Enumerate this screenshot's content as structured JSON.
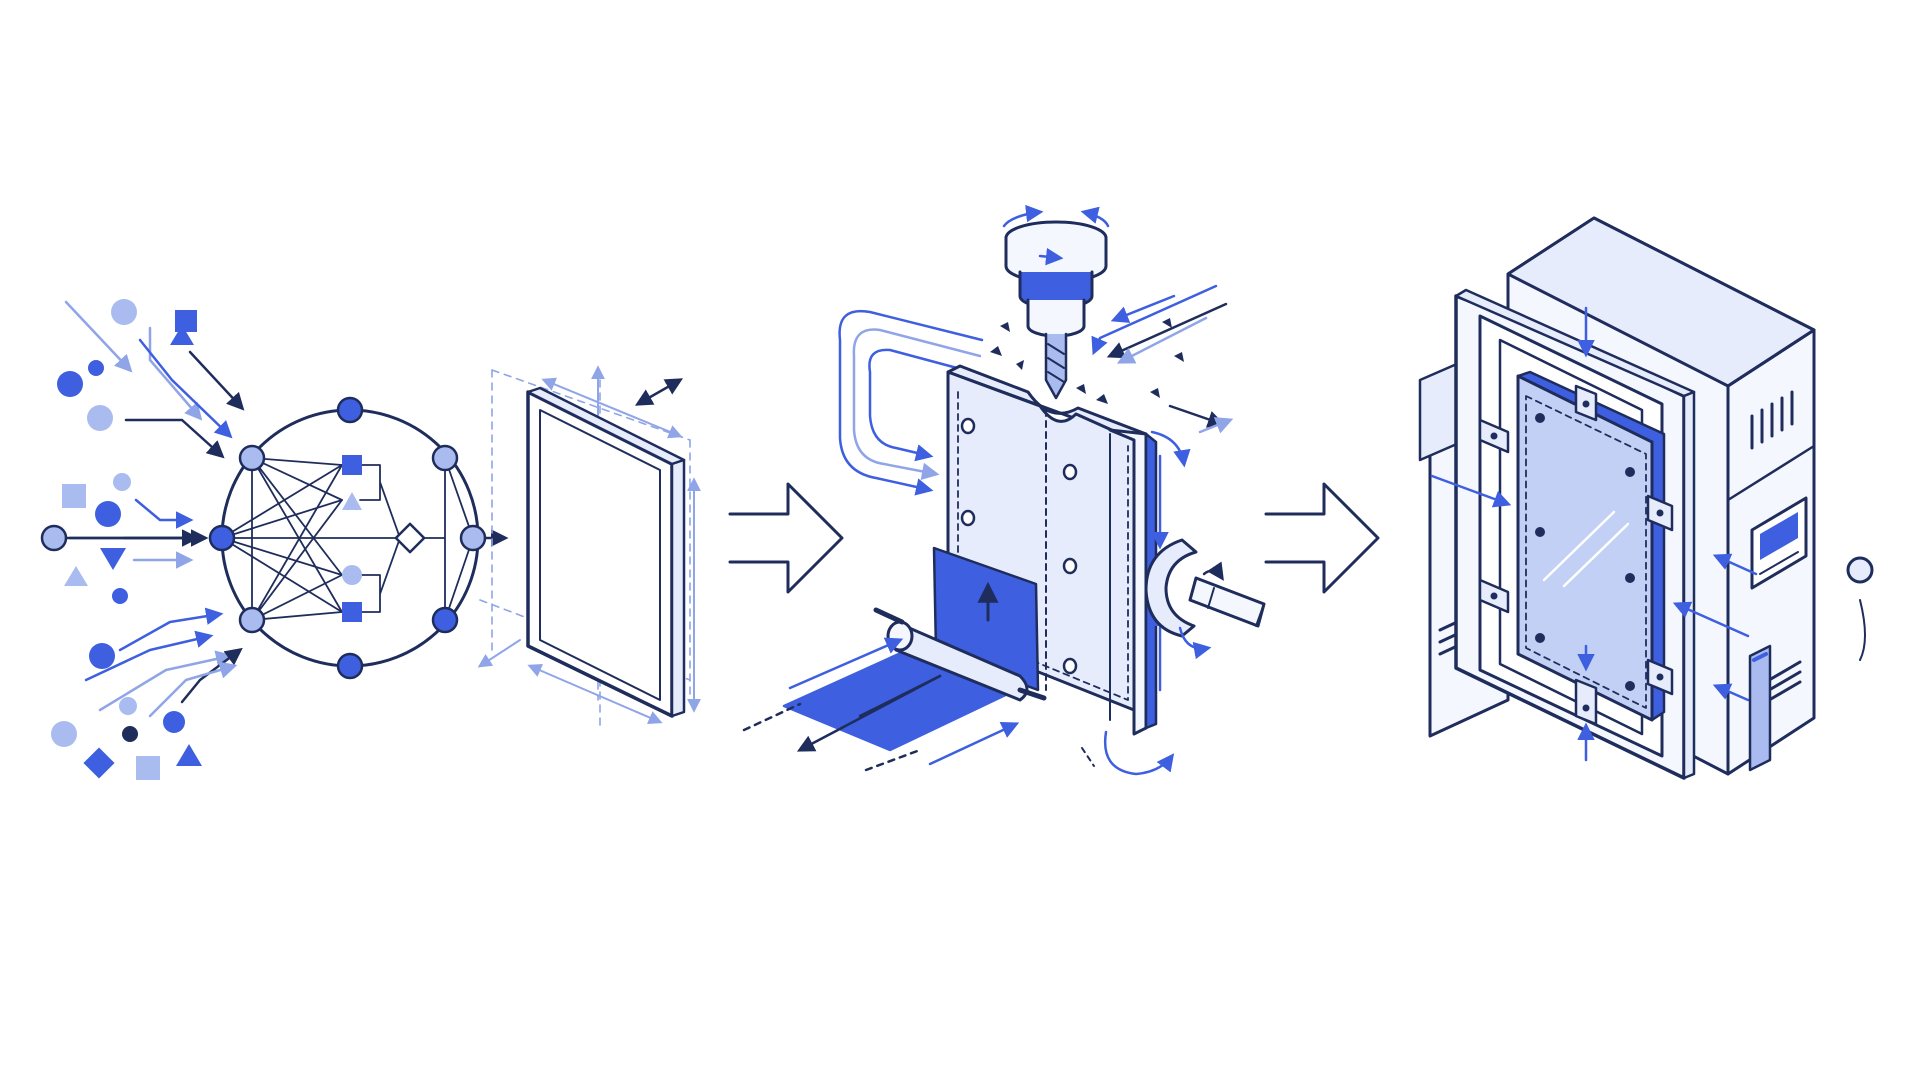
{
  "colors": {
    "background": "#ffffff",
    "navy": "#1f2d5c",
    "blue": "#3d5fe0",
    "light_blue": "#8fa5e8",
    "pale_fill": "#e6ecfb",
    "panel_fill": "#f4f7fe"
  },
  "stages": [
    {
      "name": "data-input-network",
      "icon": "neural-network-icon"
    },
    {
      "name": "panel-specification",
      "icon": "panel-frame-icon"
    },
    {
      "name": "fabrication",
      "icon": "milling-machine-icon"
    },
    {
      "name": "assembly",
      "icon": "enclosure-cabinet-icon"
    }
  ],
  "connectors": [
    "flow-arrow-icon",
    "flow-arrow-icon"
  ]
}
